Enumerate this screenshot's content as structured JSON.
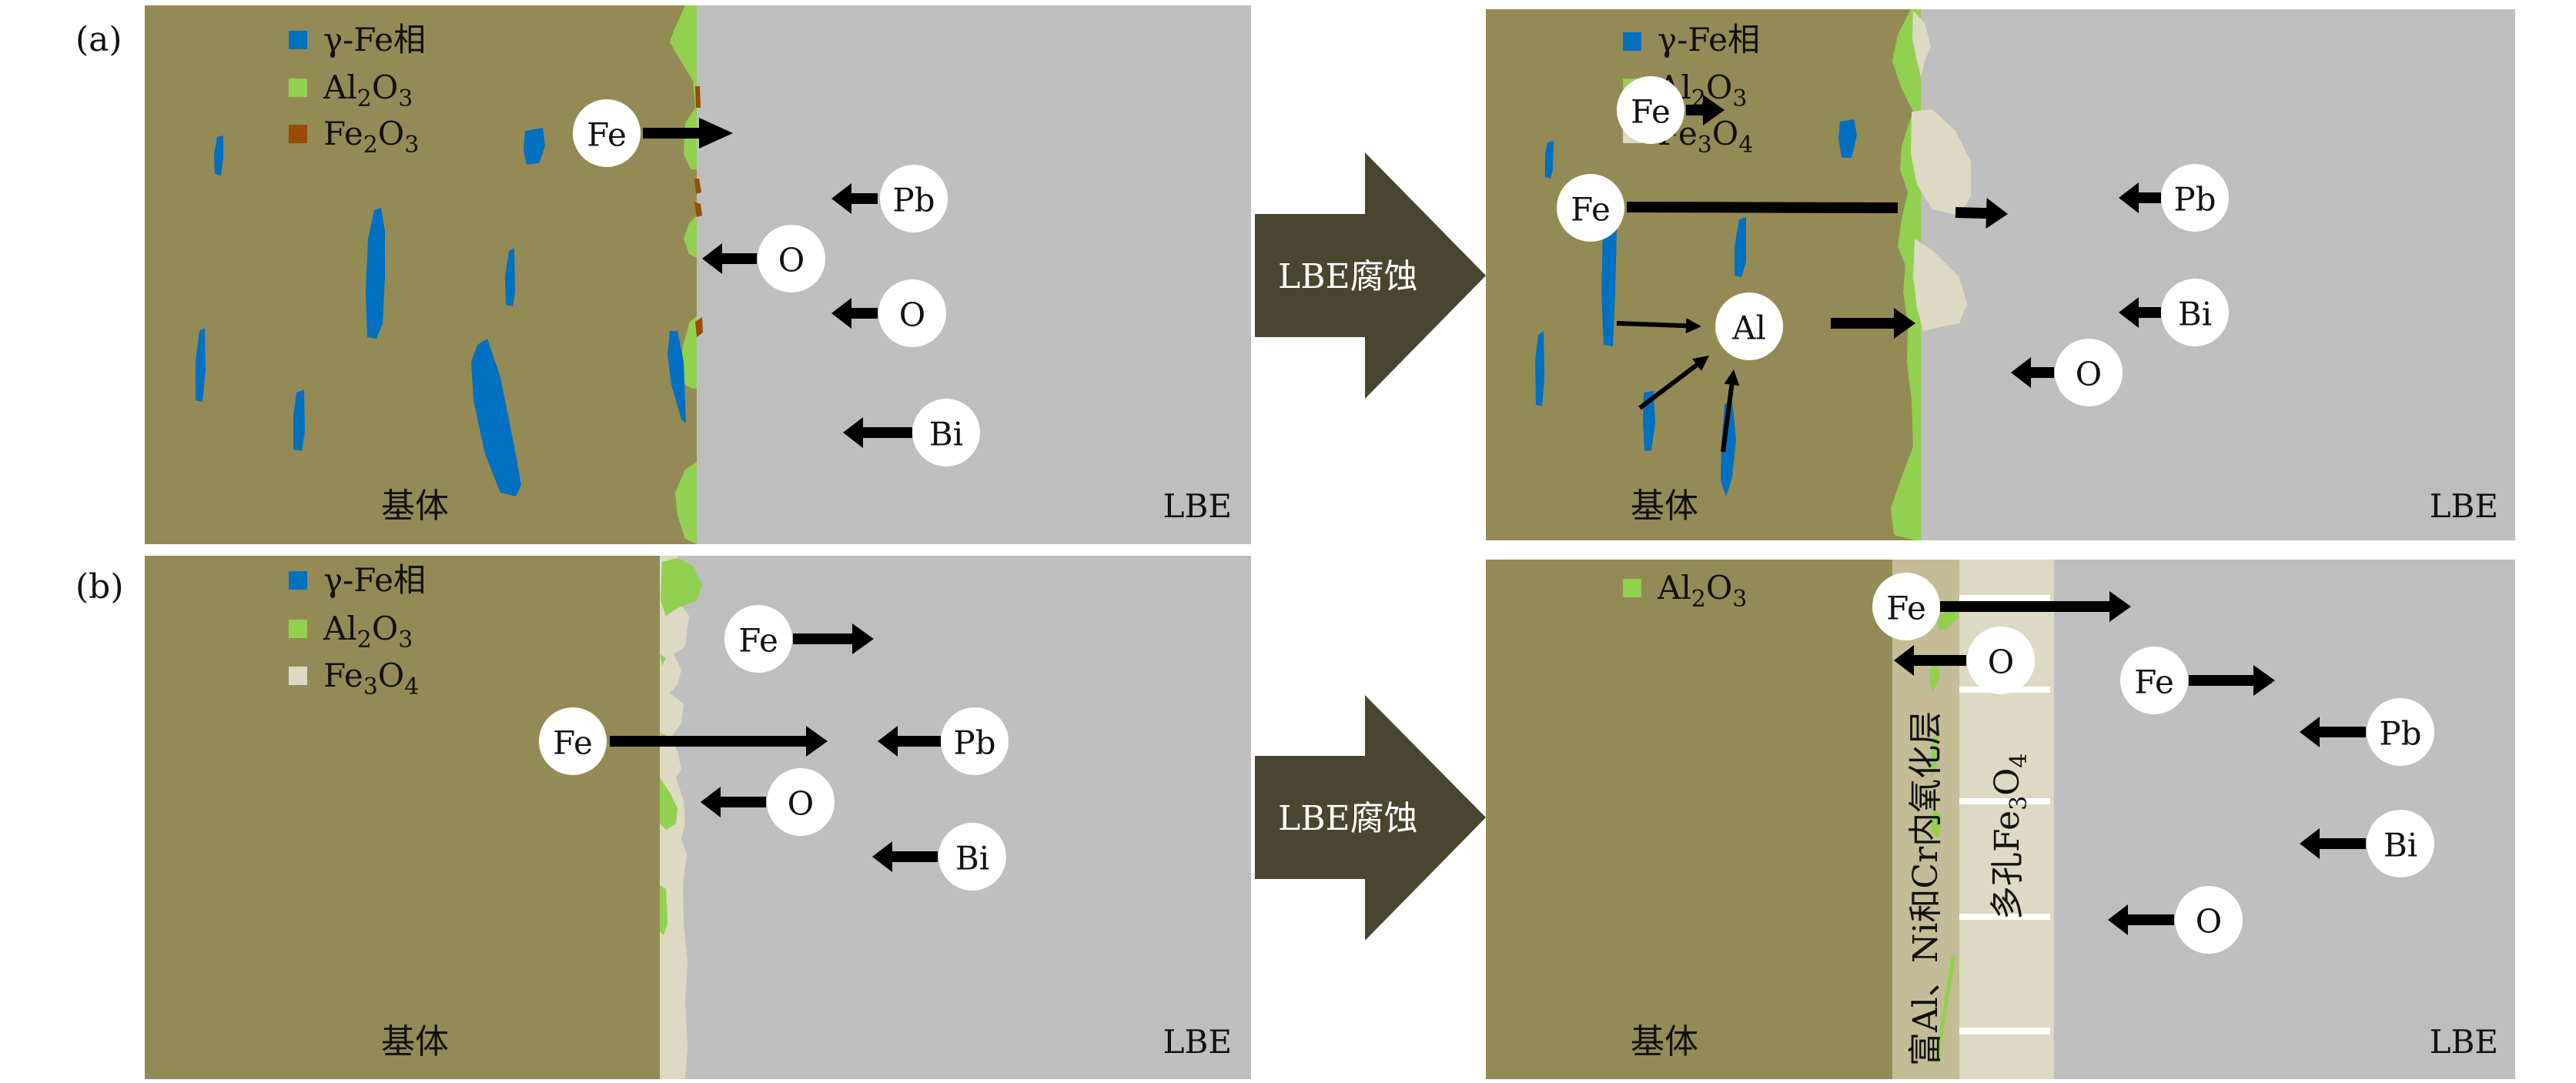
{
  "colors": {
    "matrix": "#948a55",
    "lbe": "#bebebe",
    "gamma_fe": "#0070c0",
    "al2o3": "#92d050",
    "fe2o3": "#9c4a06",
    "fe3o4": "#ddd9c3",
    "inner_layer": "#c4bc96",
    "process_arrow": "#4a452e",
    "atom": "#ffffff",
    "arrow": "#000000"
  },
  "panels": {
    "a": {
      "label": "(a)",
      "before": {
        "legend": [
          {
            "key": "gamma_fe",
            "main": "γ-Fe相",
            "parts": [
              [
                "γ-Fe相",
                ""
              ]
            ]
          },
          {
            "key": "al2o3",
            "parts": [
              [
                "Al",
                "2"
              ],
              [
                "O",
                "3"
              ]
            ]
          },
          {
            "key": "fe2o3",
            "parts": [
              [
                "Fe",
                "2"
              ],
              [
                "O",
                "3"
              ]
            ]
          }
        ],
        "matrix_label": "基体",
        "lbe_label": "LBE",
        "atoms": [
          {
            "symbol": "Fe",
            "direction": "out"
          },
          {
            "symbol": "Pb",
            "direction": "in"
          },
          {
            "symbol": "O",
            "direction": "in"
          },
          {
            "symbol": "O",
            "direction": "in"
          },
          {
            "symbol": "Bi",
            "direction": "in"
          }
        ]
      },
      "process_label": "LBE腐蚀",
      "after": {
        "legend": [
          {
            "key": "gamma_fe",
            "parts": [
              [
                "γ-Fe相",
                ""
              ]
            ]
          },
          {
            "key": "al2o3",
            "parts": [
              [
                "Al",
                "2"
              ],
              [
                "O",
                "3"
              ]
            ]
          },
          {
            "key": "fe3o4",
            "parts": [
              [
                "Fe",
                "3"
              ],
              [
                "O",
                "4"
              ]
            ]
          }
        ],
        "matrix_label": "基体",
        "lbe_label": "LBE",
        "atoms": [
          {
            "symbol": "Fe",
            "direction": "out"
          },
          {
            "symbol": "Fe",
            "direction": "out"
          },
          {
            "symbol": "Al",
            "direction": "out"
          },
          {
            "symbol": "Pb",
            "direction": "in"
          },
          {
            "symbol": "Bi",
            "direction": "in"
          },
          {
            "symbol": "O",
            "direction": "in"
          }
        ]
      }
    },
    "b": {
      "label": "(b)",
      "before": {
        "legend": [
          {
            "key": "gamma_fe",
            "parts": [
              [
                "γ-Fe相",
                ""
              ]
            ]
          },
          {
            "key": "al2o3",
            "parts": [
              [
                "Al",
                "2"
              ],
              [
                "O",
                "3"
              ]
            ]
          },
          {
            "key": "fe3o4",
            "parts": [
              [
                "Fe",
                "3"
              ],
              [
                "O",
                "4"
              ]
            ]
          }
        ],
        "matrix_label": "基体",
        "lbe_label": "LBE",
        "atoms": [
          {
            "symbol": "Fe",
            "direction": "out"
          },
          {
            "symbol": "Fe",
            "direction": "out"
          },
          {
            "symbol": "Pb",
            "direction": "in"
          },
          {
            "symbol": "O",
            "direction": "in"
          },
          {
            "symbol": "Bi",
            "direction": "in"
          }
        ]
      },
      "process_label": "LBE腐蚀",
      "after": {
        "legend": [
          {
            "key": "al2o3",
            "parts": [
              [
                "Al",
                "2"
              ],
              [
                "O",
                "3"
              ]
            ]
          }
        ],
        "matrix_label": "基体",
        "lbe_label": "LBE",
        "inner_layer_label": "富Al、Ni和Cr内氧化层",
        "outer_layer_label_prefix": "多孔",
        "outer_layer_label_formula": [
          [
            "Fe",
            "3"
          ],
          [
            "O",
            "4"
          ]
        ],
        "atoms": [
          {
            "symbol": "Fe",
            "direction": "out"
          },
          {
            "symbol": "O",
            "direction": "in"
          },
          {
            "symbol": "Fe",
            "direction": "out"
          },
          {
            "symbol": "Pb",
            "direction": "in"
          },
          {
            "symbol": "Bi",
            "direction": "in"
          },
          {
            "symbol": "O",
            "direction": "in"
          }
        ]
      }
    }
  }
}
